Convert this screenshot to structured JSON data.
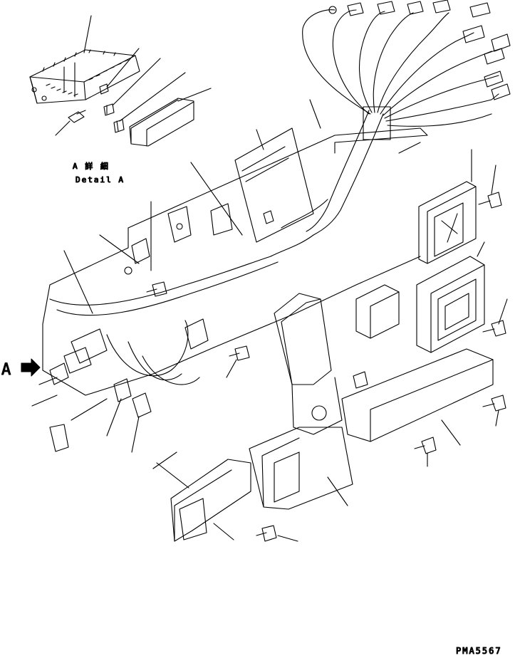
{
  "detail": {
    "jp": "A 詳 細",
    "en": "Detail A"
  },
  "arrow_label": "A",
  "drawing_code": "PMA5567"
}
